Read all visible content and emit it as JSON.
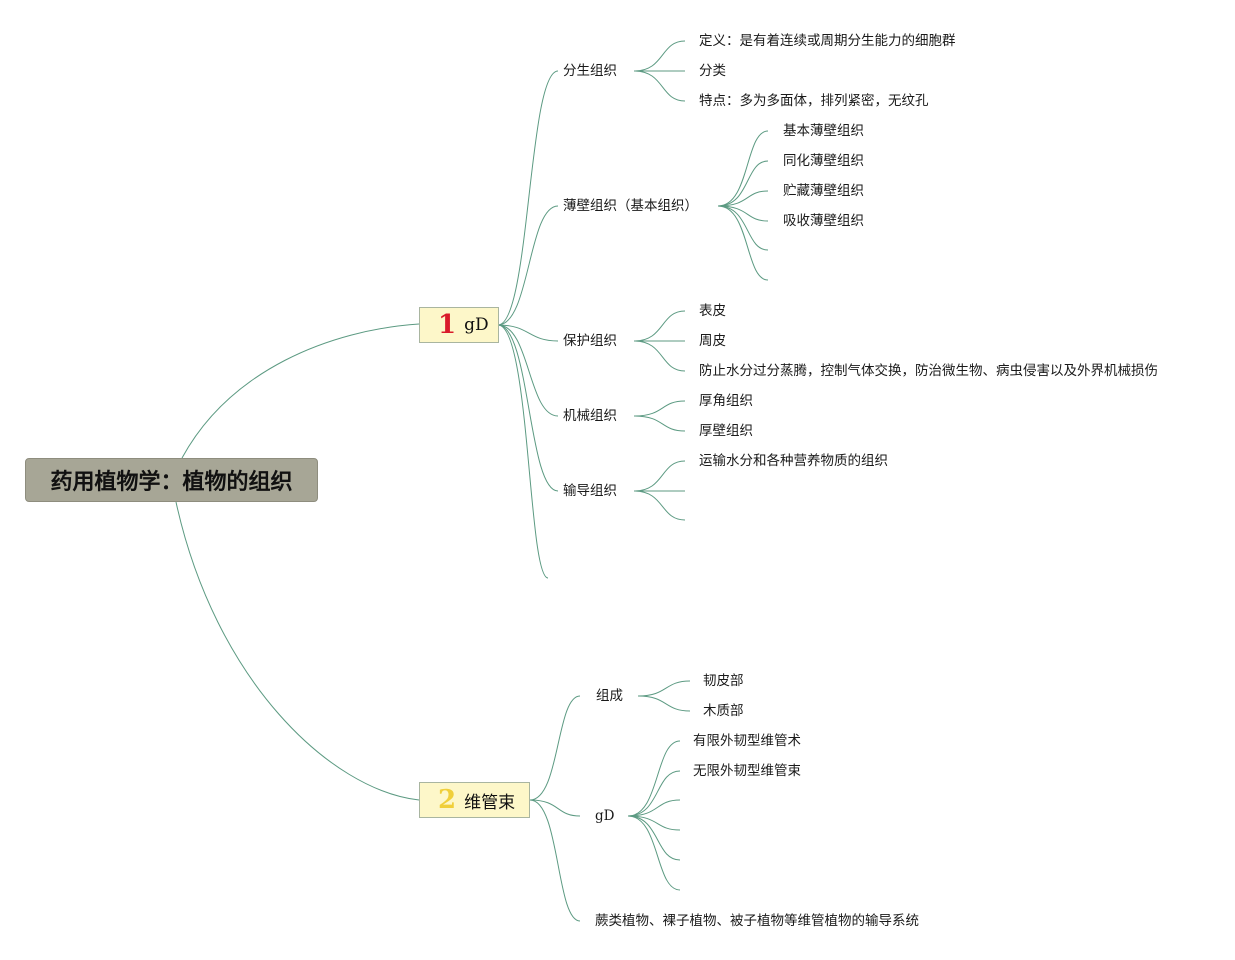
{
  "root": {
    "label": "药用植物学：植物的组织"
  },
  "branch1": {
    "number": "1",
    "label": "gD",
    "children": {
      "fensheng": {
        "label": "分生组织",
        "items": [
          "定义：是有着连续或周期分生能力的细胞群",
          "分类",
          "特点：多为多面体，排列紧密，无纹孔"
        ]
      },
      "bobi": {
        "label": "薄壁组织（基本组织）",
        "items": [
          "基本薄壁组织",
          "同化薄壁组织",
          "贮藏薄壁组织",
          "吸收薄壁组织"
        ]
      },
      "baohu": {
        "label": "保护组织",
        "items": [
          "表皮",
          "周皮",
          "防止水分过分蒸腾，控制气体交换，防治微生物、病虫侵害以及外界机械损伤"
        ]
      },
      "jixie": {
        "label": "机械组织",
        "items": [
          "厚角组织",
          "厚壁组织"
        ]
      },
      "shudao": {
        "label": "输导组织",
        "items": [
          "运输水分和各种营养物质的组织"
        ]
      }
    }
  },
  "branch2": {
    "number": "2",
    "label": "维管束",
    "children": {
      "zucheng": {
        "label": "组成",
        "items": [
          "韧皮部",
          "木质部"
        ]
      },
      "leixing": {
        "label": "gD",
        "items": [
          "有限外韧型维管术",
          "无限外韧型维管束"
        ]
      },
      "desc": {
        "label": "蕨类植物、裸子植物、被子植物等维管植物的输导系统"
      }
    }
  },
  "colors": {
    "line": "#5c9a82",
    "root_bg": "#a7a696",
    "main_bg": "#fdf7c9"
  }
}
